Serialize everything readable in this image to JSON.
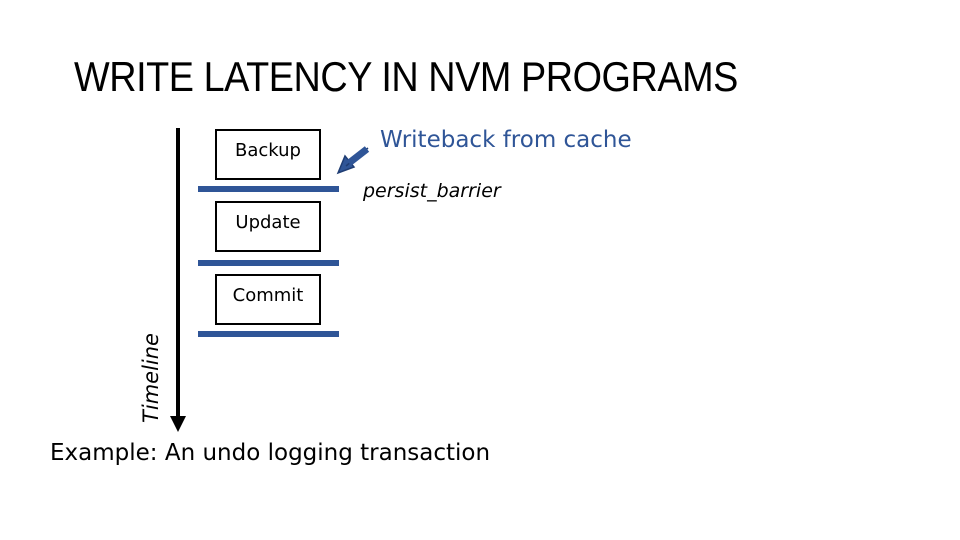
{
  "title": "WRITE LATENCY IN NVM PROGRAMS",
  "timeline": {
    "label": "Timeline"
  },
  "steps": [
    {
      "label": "Backup"
    },
    {
      "label": "Update"
    },
    {
      "label": "Commit"
    }
  ],
  "callout": {
    "text": "Writeback from cache"
  },
  "barrier": {
    "label": "persist_barrier"
  },
  "caption": "Example: An undo logging transaction",
  "colors": {
    "accent": "#2f5597",
    "text": "#000000",
    "background": "#ffffff"
  },
  "icons": {
    "callout": "arrow-down-left-icon",
    "timeline": "arrow-down-icon"
  }
}
